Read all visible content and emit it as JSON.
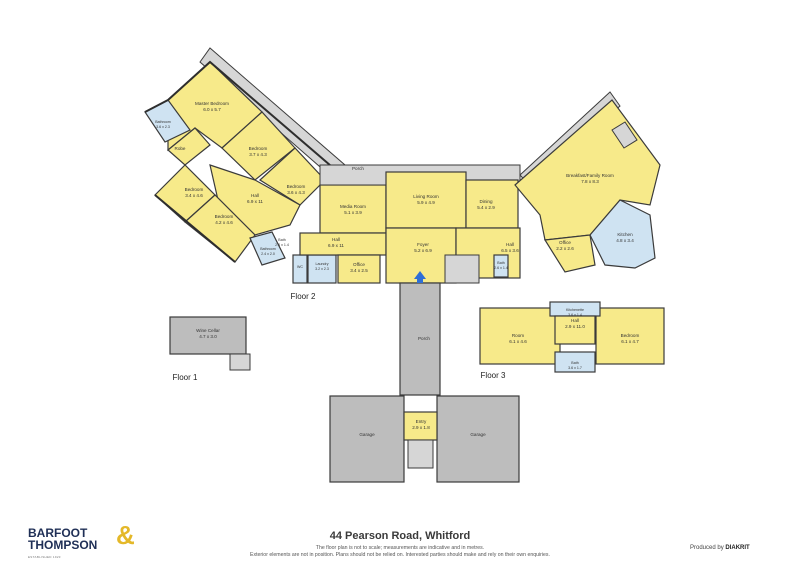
{
  "address": "44 Pearson Road, Whitford",
  "disclaimer_line1": "The floor plan is not to scale; measurements are indicative and in metres.",
  "disclaimer_line2": "Exterior elements are not in position. Plans should not be relied on. Interested parties should make and rely on their own enquiries.",
  "brand": {
    "line1": "BARFOOT",
    "line2": "THOMPSON",
    "amp": "&",
    "tagline": "ESTABLISHED 1923",
    "accent": "#e4b829",
    "navy": "#1f2f56"
  },
  "produced_by": {
    "prefix": "Produced by",
    "name": "DIAKRIT"
  },
  "floors": {
    "floor1": "Floor 1",
    "floor2": "Floor 2",
    "floor3": "Floor 3"
  },
  "rooms": {
    "master_bedroom": {
      "name": "Master Bedroom",
      "size": "6.0 x 5.7"
    },
    "bathroom_master": {
      "name": "Bathroom",
      "size": "3.6 x 2.3"
    },
    "robe": {
      "name": "Robe",
      "size": ""
    },
    "bedroom_a": {
      "name": "Bedroom",
      "size": "3.7 x 4.3"
    },
    "bedroom_b": {
      "name": "Bedroom",
      "size": "3.6 x 4.3"
    },
    "bedroom_c": {
      "name": "Bedroom",
      "size": "3.4 x 4.6"
    },
    "bedroom_d": {
      "name": "Bedroom",
      "size": "4.2 x 4.6"
    },
    "hall_bed": {
      "name": "Hall",
      "size": "6.9 x 11"
    },
    "media_room": {
      "name": "Media Room",
      "size": "5.1 x 3.9"
    },
    "hall_media": {
      "name": "Hall",
      "size": "6.9 x 11"
    },
    "office_left": {
      "name": "Office",
      "size": "3.4 x 2.5"
    },
    "laundry": {
      "name": "Laundry",
      "size": "3.2 x 2.3"
    },
    "wc": {
      "name": "WC",
      "size": ""
    },
    "bathroom_left": {
      "name": "Bathroom",
      "size": "2.4 x 2.0"
    },
    "bath_small": {
      "name": "Bath",
      "size": "2.6 x 1.4"
    },
    "living_room": {
      "name": "Living Room",
      "size": "5.9 x 4.9"
    },
    "dining": {
      "name": "Dining",
      "size": "5.4 x 2.9"
    },
    "foyer": {
      "name": "Foyer",
      "size": "5.2 x 6.9"
    },
    "hall_right": {
      "name": "Hall",
      "size": "6.5 x 3.6"
    },
    "bath_right": {
      "name": "Bath",
      "size": "2.6 x 1.4"
    },
    "breakfast": {
      "name": "Breakfast/Family Room",
      "size": "7.8 x 8.3"
    },
    "office_right": {
      "name": "Office",
      "size": "2.2 x 2.6"
    },
    "kitchen": {
      "name": "Kitchen",
      "size": "4.8 x 3.4"
    },
    "porch_top": {
      "name": "Porch",
      "size": ""
    },
    "porch_mid": {
      "name": "Porch",
      "size": ""
    },
    "wine_cellar": {
      "name": "Wine Cellar",
      "size": "4.7 x 3.0"
    },
    "kitchenette": {
      "name": "Kitchenette",
      "size": "3.6 x 1.4"
    },
    "hall_f3": {
      "name": "Hall",
      "size": "2.9 x 11.0"
    },
    "room_f3": {
      "name": "Room",
      "size": "6.1 x 4.6"
    },
    "bedroom_f3": {
      "name": "Bedroom",
      "size": "6.1 x 4.7"
    },
    "bath_f3": {
      "name": "Bath",
      "size": "3.6 x 1.7"
    },
    "garage_left": {
      "name": "Garage",
      "size": ""
    },
    "garage_right": {
      "name": "Garage",
      "size": ""
    },
    "entry": {
      "name": "Entry",
      "size": "2.9 x 1.8"
    }
  },
  "colors": {
    "room": "#f7ea8a",
    "wet_room": "#cfe3f2",
    "garage": "#bdbdbd",
    "entry_arrow": "#2f6fd6"
  }
}
